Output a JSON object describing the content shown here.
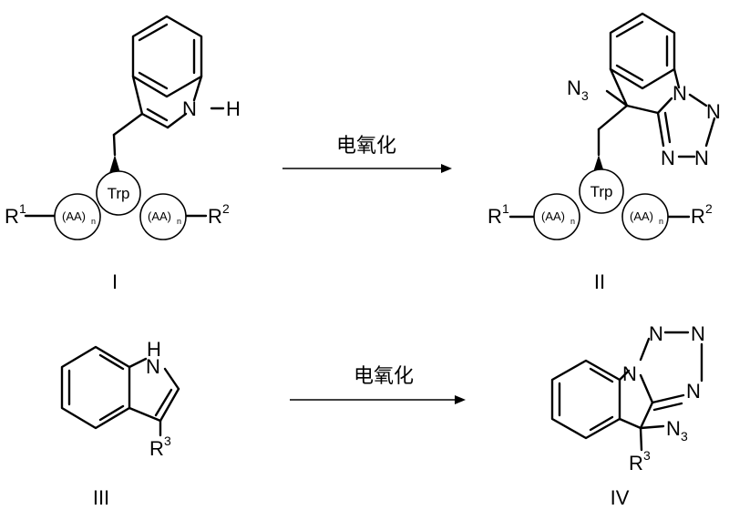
{
  "reaction_1": {
    "reactant_label": "I",
    "product_label": "II",
    "condition": "电氧化",
    "nh_atom": "N",
    "h_atom": "H",
    "trp": "Trp",
    "aa": "(AA)",
    "aa_index": "n",
    "r_left": "R",
    "r_left_sup": "1",
    "r_right": "R",
    "r_right_sup": "2",
    "azide": "N",
    "azide_sub": "3",
    "tetrazole_atom": "N"
  },
  "reaction_2": {
    "reactant_label": "III",
    "product_label": "IV",
    "condition": "电氧化",
    "nh_atom": "N",
    "h_atom": "H",
    "r": "R",
    "r_sup": "3",
    "azide": "N",
    "azide_sub": "3",
    "tetrazole_atom": "N"
  }
}
